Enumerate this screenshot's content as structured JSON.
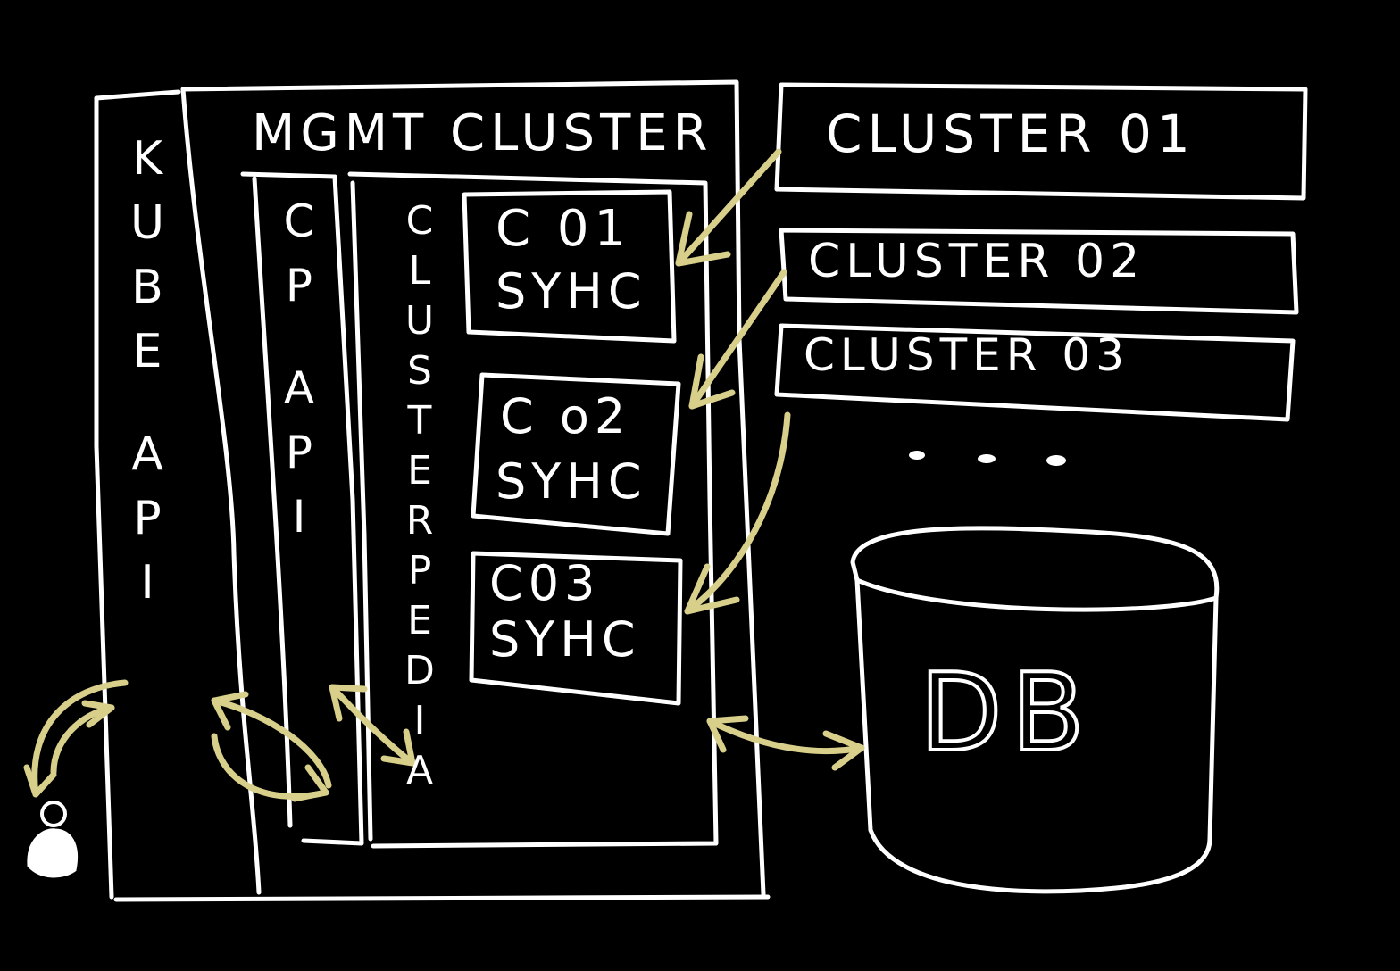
{
  "colors": {
    "background": "#000000",
    "line": "#ffffff",
    "arrow": "#d8cf8a"
  },
  "labels": {
    "kube_api": "KUBE API",
    "mgmt_cluster": "MGMT CLUSTER",
    "cp_api": "CP API",
    "cluster_pedia": "CLUSTERPEDIA",
    "db": "DB",
    "ellipsis": "• • •"
  },
  "syncers": [
    {
      "line1": "C 01",
      "line2": "SYHC"
    },
    {
      "line1": "C o2",
      "line2": "SYHC"
    },
    {
      "line1": "C03",
      "line2": "SYHC"
    }
  ],
  "clusters": [
    {
      "label": "CLUSTER 01"
    },
    {
      "label": "CLUSTER 02"
    },
    {
      "label": "CLUSTER 03"
    }
  ],
  "icons": {
    "user": "user-icon"
  }
}
